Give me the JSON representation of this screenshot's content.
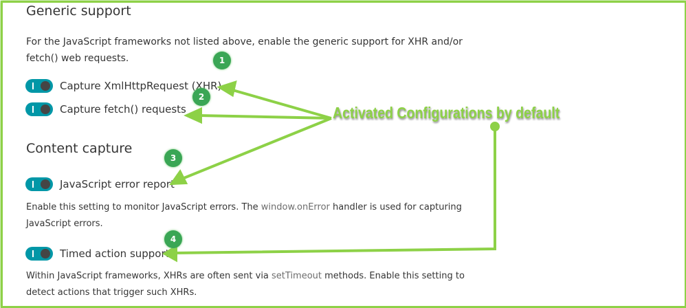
{
  "generic": {
    "title": "Generic support",
    "desc": "For the JavaScript frameworks not listed above, enable the generic support for XHR and/or fetch() web requests.",
    "toggles": [
      {
        "label": "Capture XmlHttpRequest (XHR)",
        "on": true
      },
      {
        "label": "Capture fetch() requests",
        "on": true
      }
    ]
  },
  "content": {
    "title": "Content capture",
    "js_error": {
      "label": "JavaScript error report",
      "on": true,
      "desc_pre": "Enable this setting to monitor JavaScript errors. The ",
      "desc_link": "window.onError",
      "desc_post": " handler is used for capturing JavaScript errors."
    },
    "timed": {
      "label": "Timed action support",
      "on": true,
      "desc_pre": "Within JavaScript frameworks, XHRs are often sent via ",
      "desc_link": "setTimeout",
      "desc_post": " methods. Enable this setting to detect actions that trigger such XHRs."
    }
  },
  "annotation": {
    "text": "Activated Configurations by default",
    "badges": [
      "1",
      "2",
      "3",
      "4"
    ],
    "color": "#8dd147"
  }
}
